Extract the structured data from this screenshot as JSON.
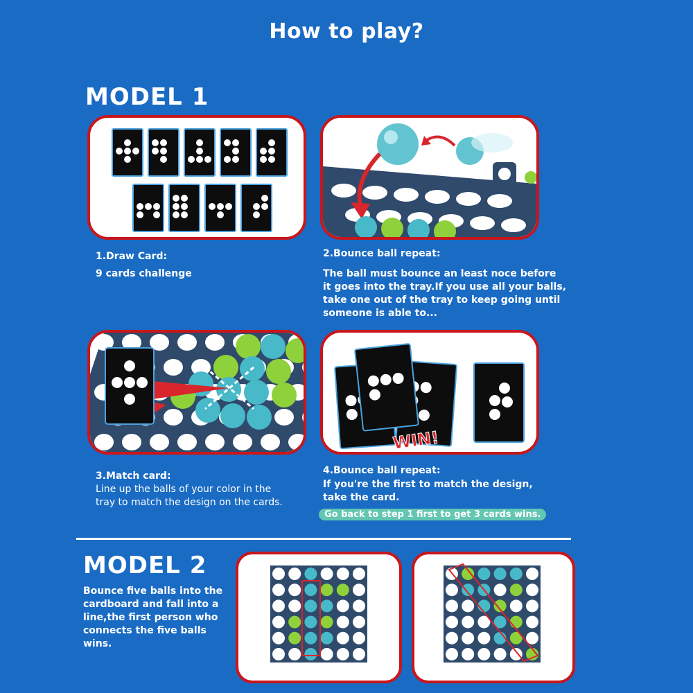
{
  "page": {
    "title": "How to play?",
    "colors": {
      "background": "#1a6bc4",
      "panel_border": "#c8161d",
      "tray": "#2f4a6a",
      "ball_teal": "#47b9c9",
      "ball_green": "#8fd13a",
      "pill": "#62c6b2",
      "win": "#d8262c"
    }
  },
  "model1": {
    "heading": "MODEL 1",
    "steps": [
      {
        "title": "1.Draw Card:",
        "text": [
          "9 cards challenge"
        ]
      },
      {
        "title": "2.Bounce ball repeat:",
        "text": [
          "The ball must bounce an least noce before",
          "it goes into the tray.If you use all your balls,",
          "take one out of the tray to keep going until",
          "someone is able to..."
        ]
      },
      {
        "title": "3.Match card:",
        "text": [
          "Line up the balls of your color in the",
          "tray to match the design on the cards."
        ]
      },
      {
        "title": "4.Bounce ball repeat:",
        "text": [
          "If you're the first to match the design,",
          "take the card."
        ],
        "pill": "Go back to step 1 first to get 3 cards wins."
      }
    ],
    "win_label": "WIN!"
  },
  "model2": {
    "heading": "MODEL 2",
    "text": [
      "Bounce five balls into the",
      "cardboard and fall into a",
      "line,the first person who",
      "connects the five balls",
      "wins."
    ]
  }
}
